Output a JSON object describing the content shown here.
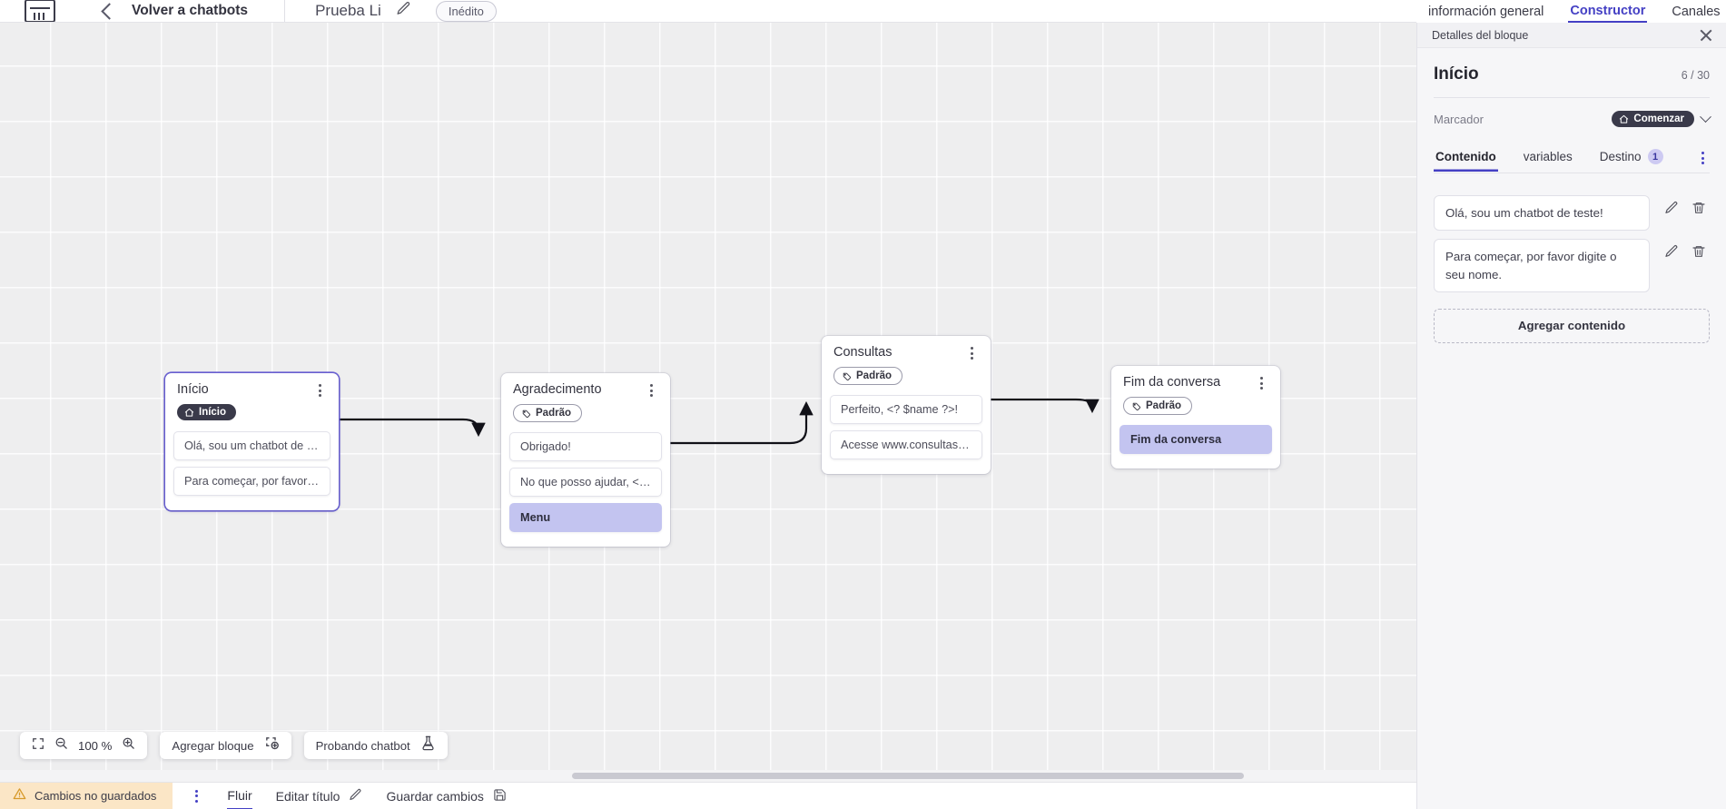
{
  "header": {
    "back_label": "Volver a chatbots",
    "bot_name": "Prueba Li",
    "status_badge": "Inédito",
    "logo_icon": "app-logo-icon",
    "back_icon": "chevron-left-icon",
    "edit_icon": "pencil-icon"
  },
  "right_tabs": [
    {
      "label": "información general",
      "active": false
    },
    {
      "label": "Constructor",
      "active": true
    },
    {
      "label": "Canales",
      "active": false
    }
  ],
  "canvas": {
    "nodes": [
      {
        "id": "inicio",
        "title": "Início",
        "tag": "Início",
        "tag_style": "dark",
        "tag_icon": "home-icon",
        "selected": true,
        "messages": [
          {
            "text": "Olá, sou um chatbot de teste!",
            "highlight": false
          },
          {
            "text": "Para começar, por favor digite o ...",
            "highlight": false
          }
        ]
      },
      {
        "id": "agradecimento",
        "title": "Agradecimento",
        "tag": "Padrão",
        "tag_style": "outline",
        "tag_icon": "tag-icon",
        "selected": false,
        "messages": [
          {
            "text": "Obrigado!",
            "highlight": false
          },
          {
            "text": "No que posso ajudar, <? $name ...",
            "highlight": false
          },
          {
            "text": "Menu",
            "highlight": true
          }
        ]
      },
      {
        "id": "consultas",
        "title": "Consultas",
        "tag": "Padrão",
        "tag_style": "outline",
        "tag_icon": "tag-icon",
        "selected": false,
        "messages": [
          {
            "text": "Perfeito, <? $name ?>!",
            "highlight": false
          },
          {
            "text": "Acesse www.consultas.com par...",
            "highlight": false
          }
        ]
      },
      {
        "id": "fim",
        "title": "Fim da conversa",
        "tag": "Padrão",
        "tag_style": "outline",
        "tag_icon": "tag-icon",
        "selected": false,
        "messages": [
          {
            "text": "Fim da conversa",
            "highlight": true
          }
        ]
      }
    ]
  },
  "toolbar": {
    "fit_icon": "fit-screen-icon",
    "zoom_out_icon": "zoom-out-icon",
    "zoom_level": "100 %",
    "zoom_in_icon": "zoom-in-icon",
    "add_block_label": "Agregar bloque",
    "add_block_icon": "add-block-icon",
    "test_bot_label": "Probando chatbot",
    "test_bot_icon": "flask-icon"
  },
  "statusbar": {
    "unsaved_label": "Cambios no guardados",
    "warning_icon": "warning-triangle-icon",
    "kebab_icon": "kebab-menu-icon",
    "flow_label": "Fluir",
    "edit_title_label": "Editar título",
    "edit_title_icon": "pencil-icon",
    "save_label": "Guardar cambios",
    "save_icon": "save-disk-icon"
  },
  "panel": {
    "bar_title": "Detalles del bloque",
    "close_icon": "close-icon",
    "title": "Início",
    "count": "6 / 30",
    "marker_label": "Marcador",
    "marker_value": "Comenzar",
    "marker_icon": "home-icon",
    "marker_chevron_icon": "chevron-down-icon",
    "tabs": [
      {
        "label": "Contenido",
        "active": true,
        "count": null
      },
      {
        "label": "variables",
        "active": false,
        "count": null
      },
      {
        "label": "Destino",
        "active": false,
        "count": "1"
      }
    ],
    "tabs_kebab_icon": "kebab-menu-icon",
    "contents": [
      {
        "text": "Olá, sou um chatbot de teste!",
        "edit_icon": "pencil-icon",
        "delete_icon": "trash-icon"
      },
      {
        "text": "Para começar, por favor digite o seu nome.",
        "edit_icon": "pencil-icon",
        "delete_icon": "trash-icon"
      }
    ],
    "add_content_label": "Agregar contenido"
  },
  "colors": {
    "accent": "#4440c4",
    "node_selected": "#6b62d6",
    "highlight_msg": "#c3c4f0",
    "unsaved_bg": "#fbe6c6",
    "dark_tag": "#3a3a4a",
    "canvas_bg": "#eeeeef"
  }
}
